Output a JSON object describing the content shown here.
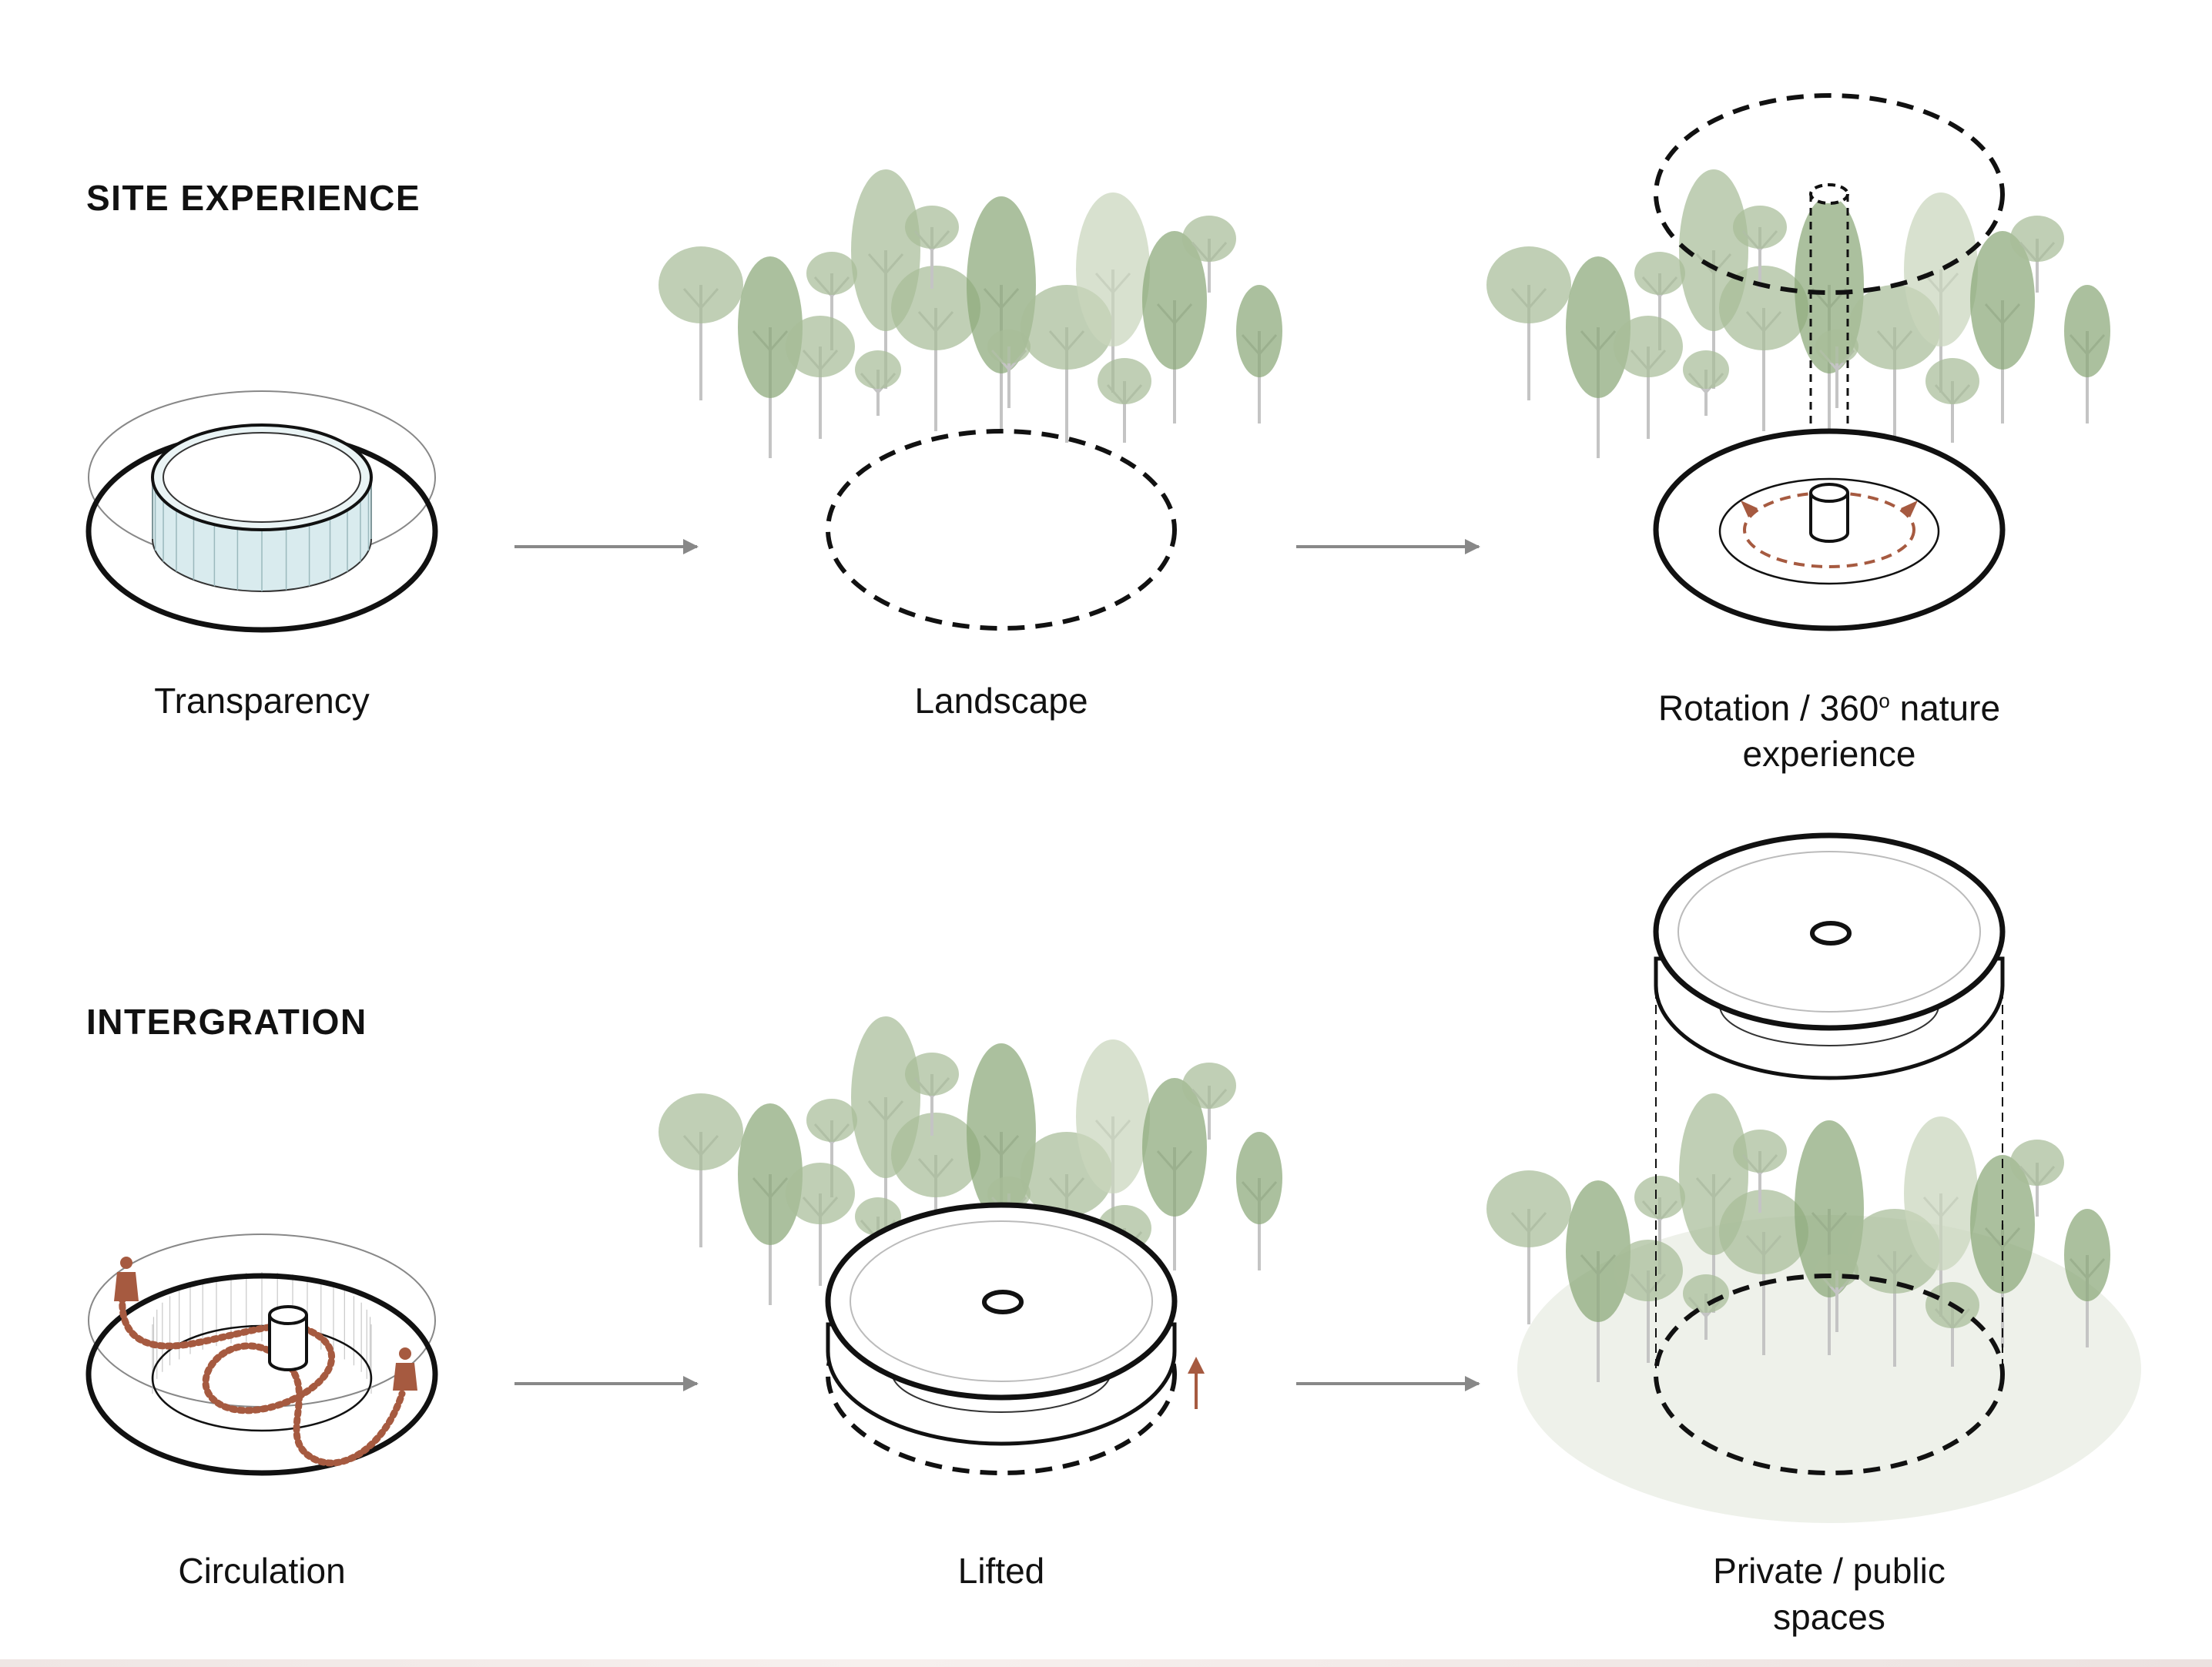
{
  "sections": [
    {
      "title": "SITE EXPERIENCE"
    },
    {
      "title": "INTERGRATION"
    }
  ],
  "captions": {
    "transparency": "Transparency",
    "landscape": "Landscape",
    "rotation_line1_a": "Rotation / 360",
    "rotation_degree": "o",
    "rotation_line1_b": " nature",
    "rotation_line2": "experience",
    "circulation": "Circulation",
    "lifted": "Lifted",
    "private_line1": "Private / public",
    "private_line2": "spaces"
  },
  "colors": {
    "ink": "#111111",
    "tree_green": "#8aa878",
    "tree_light": "#c9d6bd",
    "glass": "#d9ebee",
    "circulation": "#a65a40",
    "arrow": "#888888",
    "ground": "#eef1ea"
  }
}
